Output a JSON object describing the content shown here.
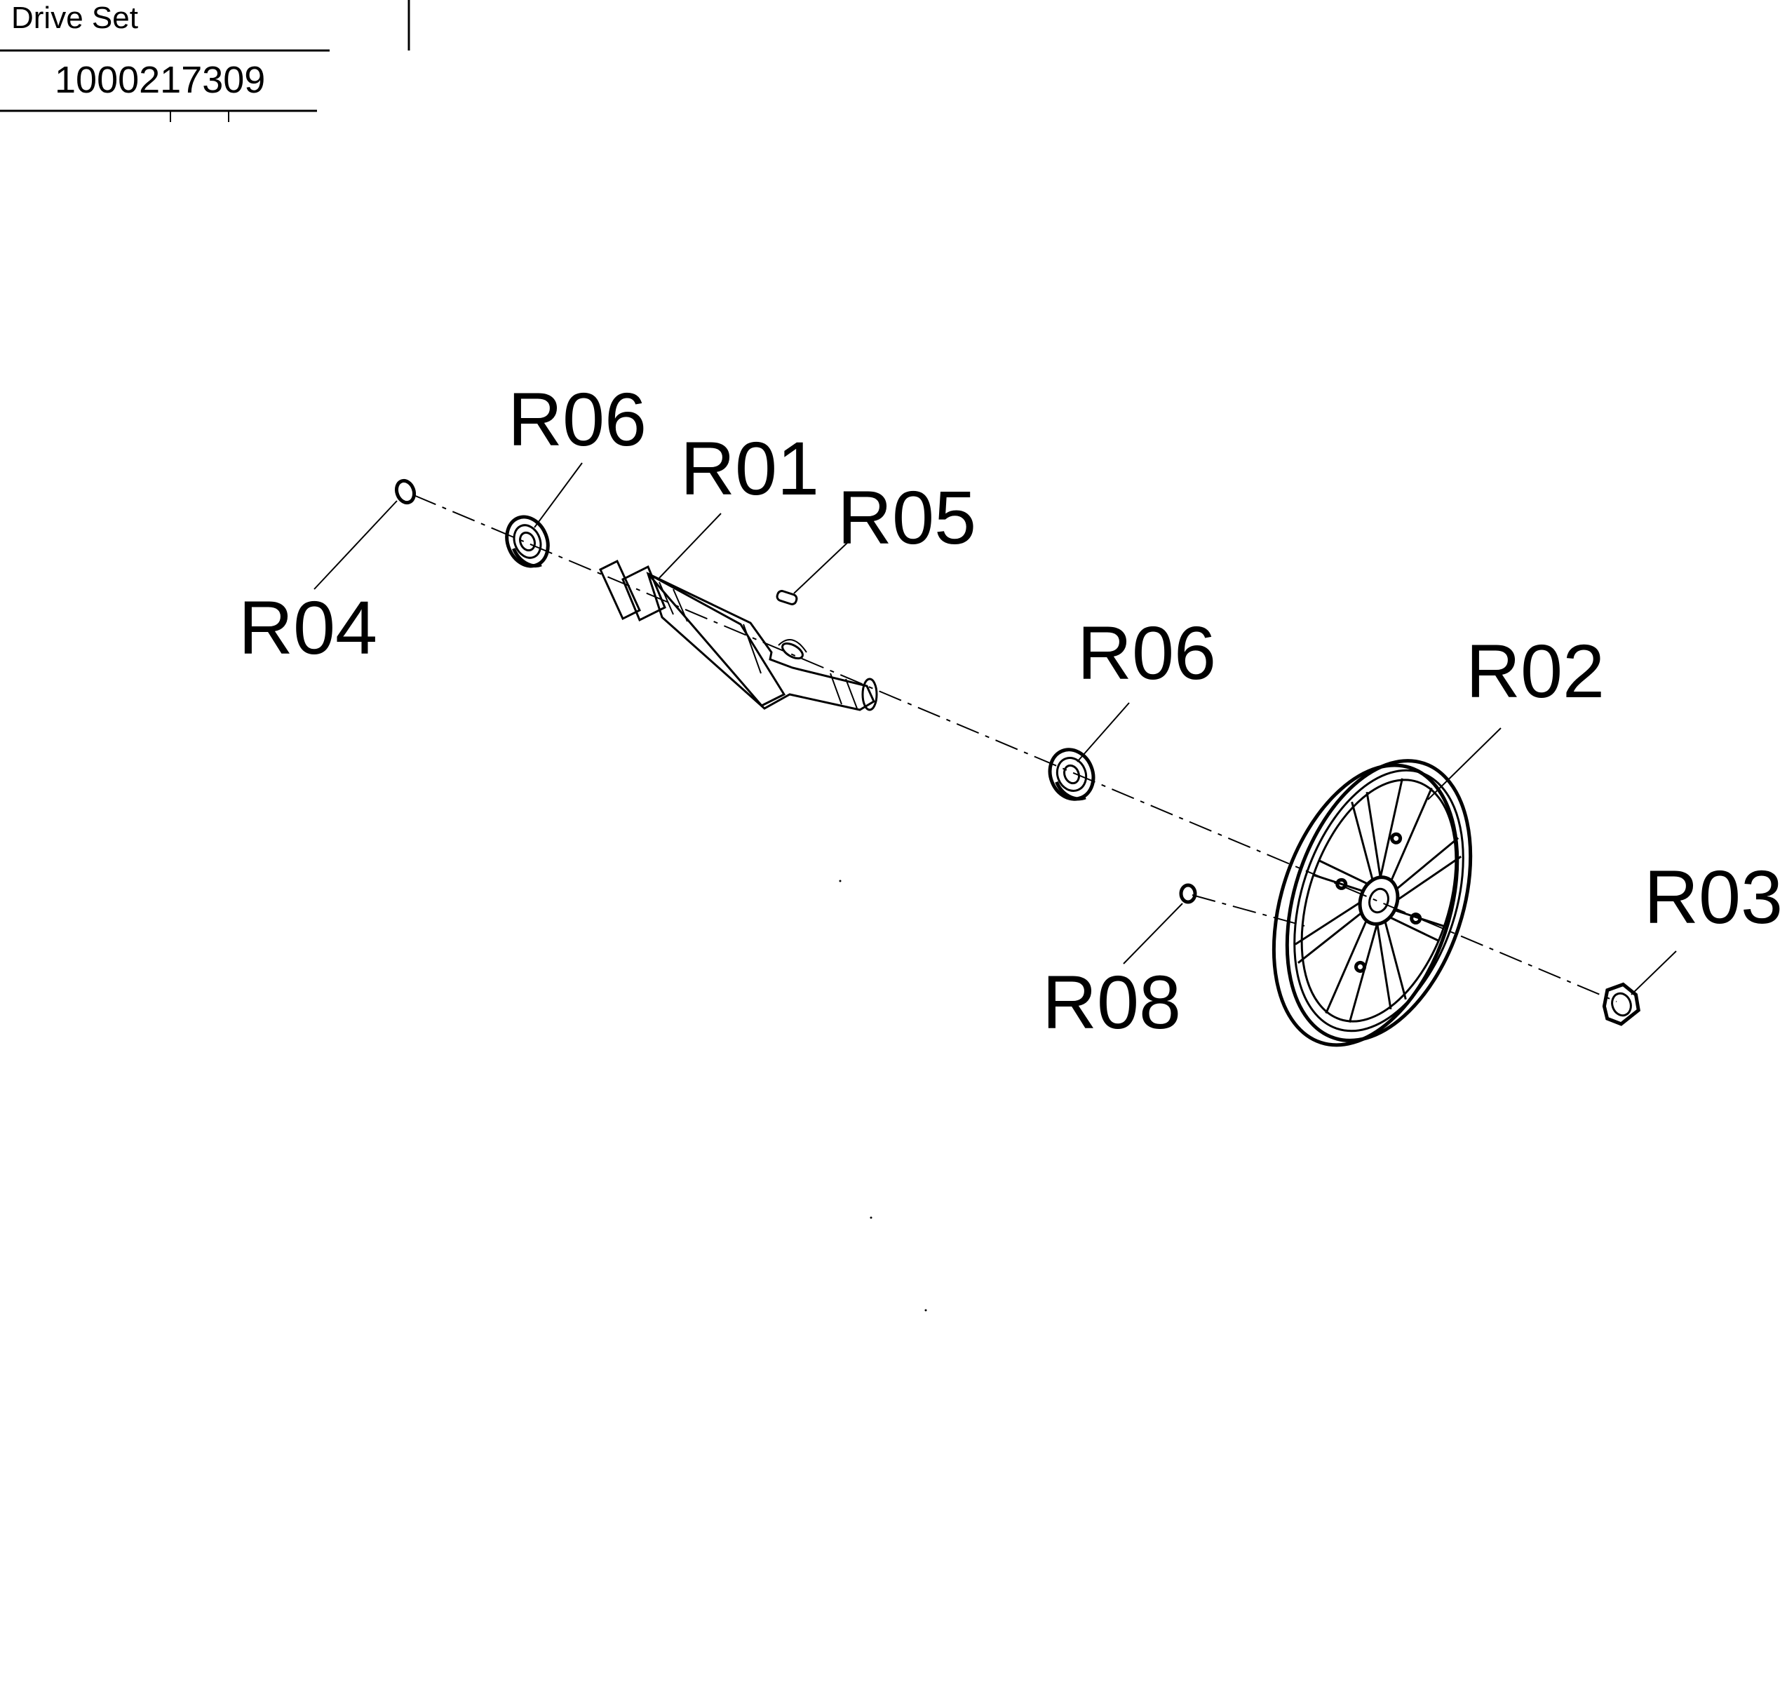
{
  "title_block": {
    "title": "Drive  Set",
    "part_number": "1000217309"
  },
  "callouts": [
    {
      "id": "r06-top",
      "label": "R06"
    },
    {
      "id": "r01",
      "label": "R01"
    },
    {
      "id": "r05",
      "label": "R05"
    },
    {
      "id": "r04",
      "label": "R04"
    },
    {
      "id": "r06-mid",
      "label": "R06"
    },
    {
      "id": "r02",
      "label": "R02"
    },
    {
      "id": "r03",
      "label": "R03"
    },
    {
      "id": "r08",
      "label": "R08"
    }
  ],
  "parts": [
    {
      "ref": "R01",
      "icon": "shaft-icon"
    },
    {
      "ref": "R02",
      "icon": "pulley-wheel-icon"
    },
    {
      "ref": "R03",
      "icon": "hex-nut-icon"
    },
    {
      "ref": "R04",
      "icon": "retaining-ring-icon"
    },
    {
      "ref": "R05",
      "icon": "key-icon"
    },
    {
      "ref": "R06",
      "icon": "bearing-icon"
    },
    {
      "ref": "R08",
      "icon": "set-screw-icon"
    }
  ]
}
